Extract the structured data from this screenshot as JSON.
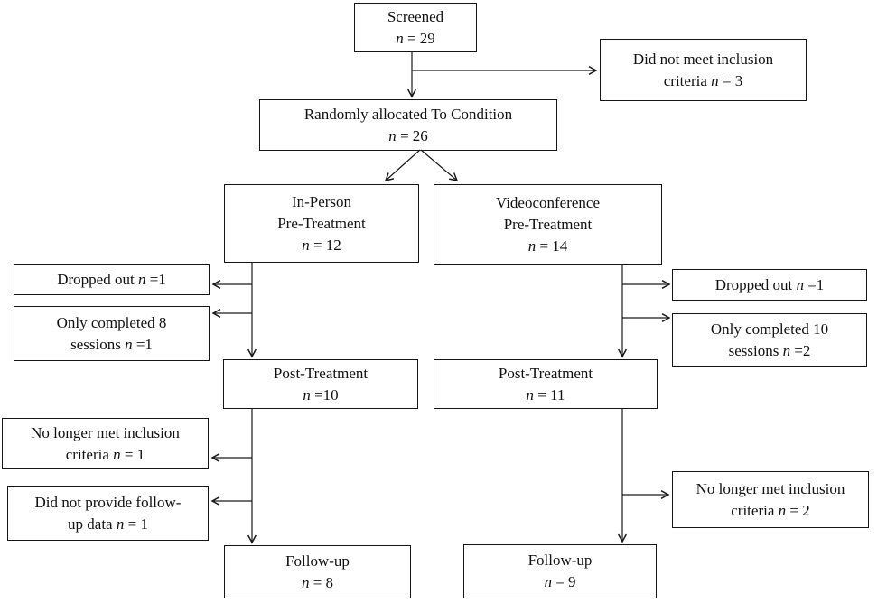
{
  "colors": {
    "background": "#ffffff",
    "box_border": "#161616",
    "text": "#111111",
    "connector": "#1a1a1a"
  },
  "diagram": {
    "boxes": {
      "screened": {
        "lines": [
          [
            {
              "t": "Screened"
            }
          ],
          [
            {
              "t": "n",
              "i": true
            },
            {
              "t": " = 29"
            }
          ]
        ]
      },
      "did_not_meet": {
        "lines": [
          [
            {
              "t": "Did not meet inclusion"
            }
          ],
          [
            {
              "t": "criteria "
            },
            {
              "t": "n",
              "i": true
            },
            {
              "t": " = 3"
            }
          ]
        ]
      },
      "randomized": {
        "lines": [
          [
            {
              "t": "Randomly allocated To Condition"
            }
          ],
          [
            {
              "t": "n",
              "i": true
            },
            {
              "t": " = 26"
            }
          ]
        ]
      },
      "inperson_pre": {
        "lines": [
          [
            {
              "t": "In-Person"
            }
          ],
          [
            {
              "t": "Pre-Treatment"
            }
          ],
          [
            {
              "t": "n",
              "i": true
            },
            {
              "t": " = 12"
            }
          ]
        ]
      },
      "video_pre": {
        "lines": [
          [
            {
              "t": "Videoconference"
            }
          ],
          [
            {
              "t": "Pre-Treatment"
            }
          ],
          [
            {
              "t": "n",
              "i": true
            },
            {
              "t": " = 14"
            }
          ]
        ]
      },
      "dropped_left": {
        "lines": [
          [
            {
              "t": "Dropped out "
            },
            {
              "t": "n",
              "i": true
            },
            {
              "t": " =1"
            }
          ]
        ]
      },
      "only8_left": {
        "lines": [
          [
            {
              "t": "Only completed 8"
            }
          ],
          [
            {
              "t": "sessions "
            },
            {
              "t": "n",
              "i": true
            },
            {
              "t": " =1"
            }
          ]
        ]
      },
      "dropped_right": {
        "lines": [
          [
            {
              "t": "Dropped out "
            },
            {
              "t": "n",
              "i": true
            },
            {
              "t": " =1"
            }
          ]
        ]
      },
      "only10_right": {
        "lines": [
          [
            {
              "t": "Only completed 10"
            }
          ],
          [
            {
              "t": "sessions "
            },
            {
              "t": "n",
              "i": true
            },
            {
              "t": " =2"
            }
          ]
        ]
      },
      "post_left": {
        "lines": [
          [
            {
              "t": "Post-Treatment"
            }
          ],
          [
            {
              "t": "n",
              "i": true
            },
            {
              "t": " =10"
            }
          ]
        ]
      },
      "post_right": {
        "lines": [
          [
            {
              "t": "Post-Treatment"
            }
          ],
          [
            {
              "t": "n",
              "i": true
            },
            {
              "t": " = 11"
            }
          ]
        ]
      },
      "nolonger_left": {
        "lines": [
          [
            {
              "t": "No longer met inclusion"
            }
          ],
          [
            {
              "t": "criteria "
            },
            {
              "t": "n",
              "i": true
            },
            {
              "t": " = 1"
            }
          ]
        ]
      },
      "nofollow_left": {
        "lines": [
          [
            {
              "t": "Did not provide follow-"
            }
          ],
          [
            {
              "t": "up data "
            },
            {
              "t": "n",
              "i": true
            },
            {
              "t": " = 1"
            }
          ]
        ]
      },
      "nolonger_right": {
        "lines": [
          [
            {
              "t": "No longer met inclusion"
            }
          ],
          [
            {
              "t": "criteria "
            },
            {
              "t": "n",
              "i": true
            },
            {
              "t": " = 2"
            }
          ]
        ]
      },
      "followup_left": {
        "lines": [
          [
            {
              "t": "Follow-up"
            }
          ],
          [
            {
              "t": "n",
              "i": true
            },
            {
              "t": " = 8"
            }
          ]
        ]
      },
      "followup_right": {
        "lines": [
          [
            {
              "t": "Follow-up"
            }
          ],
          [
            {
              "t": "n",
              "i": true
            },
            {
              "t": " = 9"
            }
          ]
        ]
      }
    },
    "edges": [
      {
        "from": "screened",
        "to": "randomized"
      },
      {
        "from": "screened",
        "to": "did_not_meet"
      },
      {
        "from": "randomized",
        "to": "inperson_pre"
      },
      {
        "from": "randomized",
        "to": "video_pre"
      },
      {
        "from": "inperson_pre",
        "to": "dropped_left"
      },
      {
        "from": "inperson_pre",
        "to": "only8_left"
      },
      {
        "from": "inperson_pre",
        "to": "post_left"
      },
      {
        "from": "video_pre",
        "to": "dropped_right"
      },
      {
        "from": "video_pre",
        "to": "only10_right"
      },
      {
        "from": "video_pre",
        "to": "post_right"
      },
      {
        "from": "post_left",
        "to": "nolonger_left"
      },
      {
        "from": "post_left",
        "to": "nofollow_left"
      },
      {
        "from": "post_left",
        "to": "followup_left"
      },
      {
        "from": "post_right",
        "to": "nolonger_right"
      },
      {
        "from": "post_right",
        "to": "followup_right"
      }
    ]
  }
}
